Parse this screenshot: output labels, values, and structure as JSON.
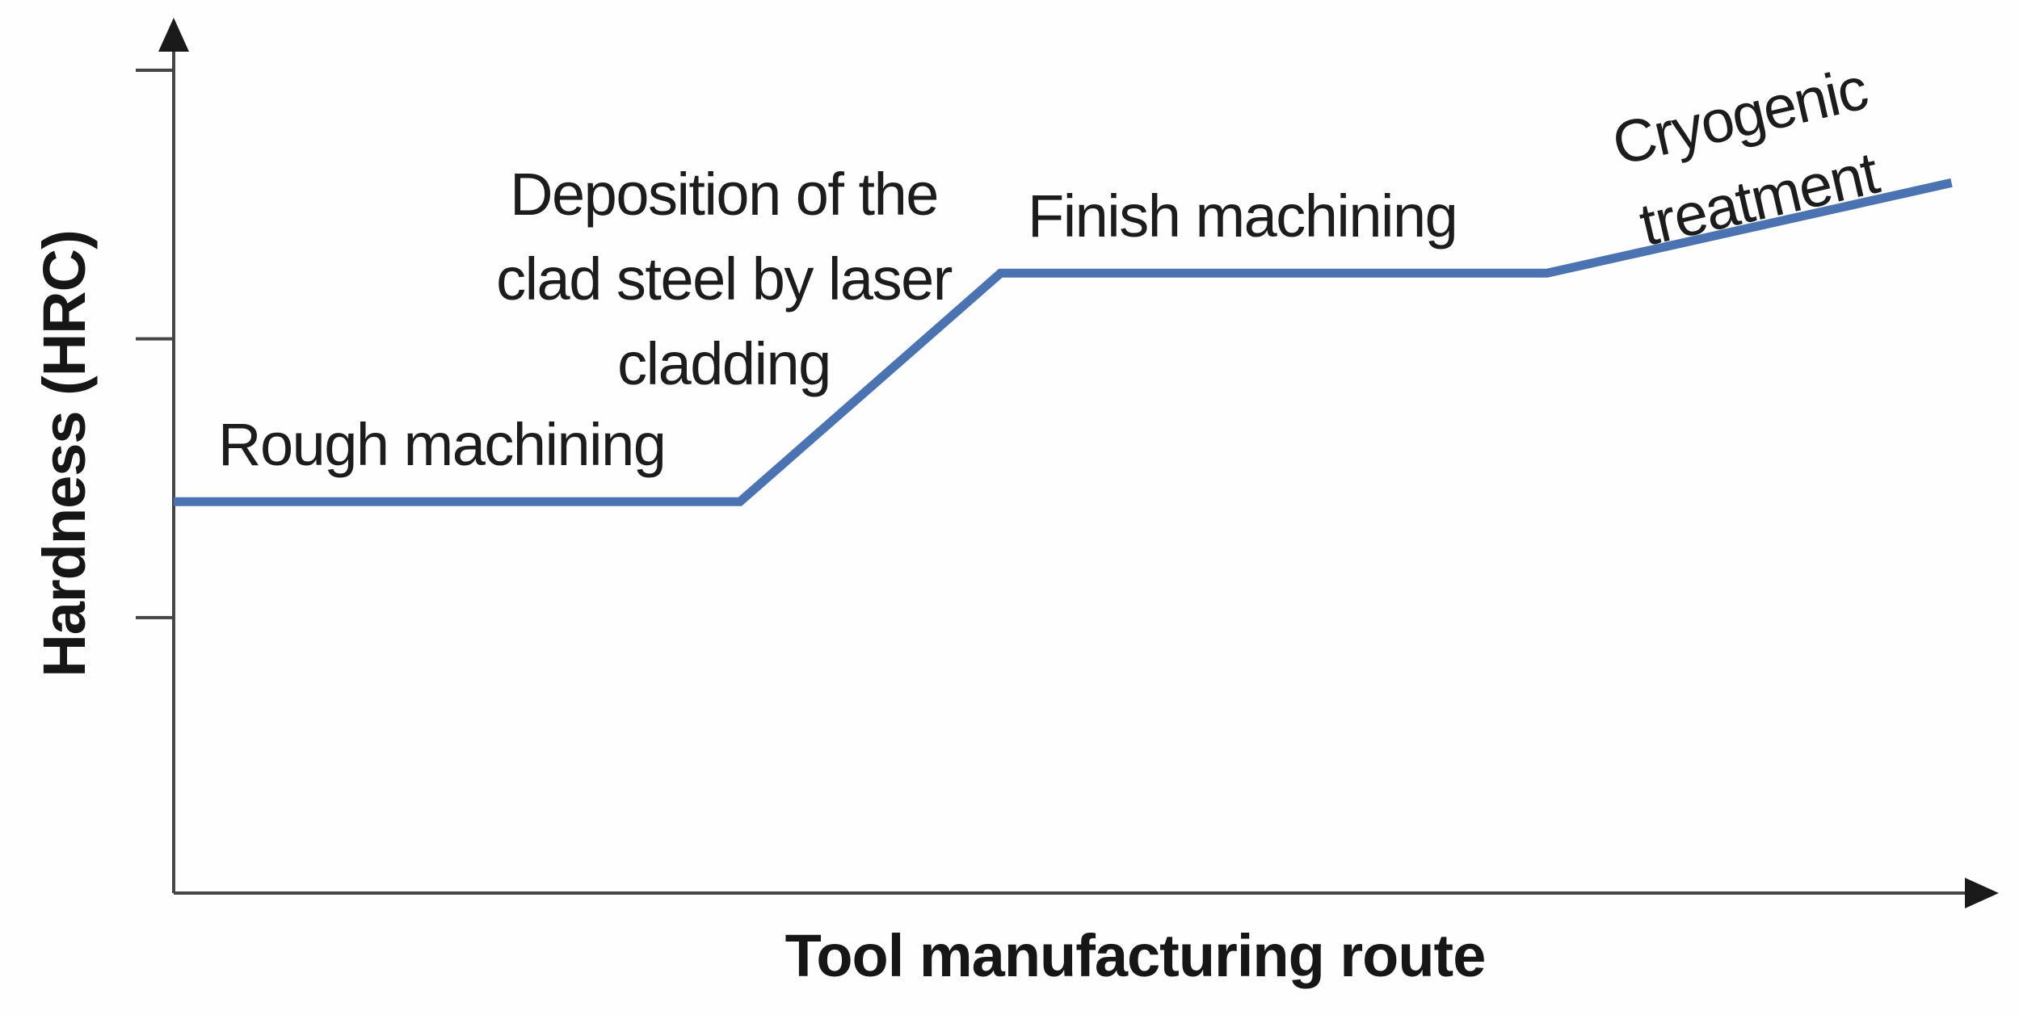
{
  "figure": {
    "x_axis_label": "Tool manufacturing route",
    "y_axis_label": "Hardness (HRC)"
  },
  "annotations": {
    "stage1": "Rough machining",
    "stage2": "Deposition of the\nclad steel by laser\ncladding",
    "stage3": "Finish machining",
    "stage4": "Cryogenic\ntreatment"
  },
  "chart_data": {
    "type": "line",
    "title": "",
    "xlabel": "Tool manufacturing route",
    "ylabel": "Hardness (HRC)",
    "xlim": [
      0,
      100
    ],
    "ylim": [
      0,
      100
    ],
    "x_tick_labels": [],
    "y_tick_labels": [],
    "y_ticks_rel": [
      32.3,
      65,
      96.5
    ],
    "axes_numeric_labels": false,
    "grid": false,
    "legend": false,
    "line_color": "#4b73b2",
    "axis_color": "#454545",
    "series": [
      {
        "name": "hardness-vs-route",
        "points": [
          [
            0,
            45.9
          ],
          [
            31.5,
            45.9
          ],
          [
            46,
            72.7
          ],
          [
            76.4,
            72.7
          ],
          [
            98.9,
            83.3
          ]
        ]
      }
    ],
    "stages": [
      {
        "label": "Rough machining",
        "x_range": [
          0,
          31.5
        ],
        "hardness_rel": 45.9,
        "trend": "flat"
      },
      {
        "label": "Deposition of the clad steel by laser cladding",
        "x_range": [
          31.5,
          46
        ],
        "hardness_rel": [
          45.9,
          72.7
        ],
        "trend": "rising"
      },
      {
        "label": "Finish machining",
        "x_range": [
          46,
          76.4
        ],
        "hardness_rel": 72.7,
        "trend": "flat"
      },
      {
        "label": "Cryogenic treatment",
        "x_range": [
          76.4,
          98.9
        ],
        "hardness_rel": [
          72.7,
          83.3
        ],
        "trend": "rising"
      }
    ]
  }
}
